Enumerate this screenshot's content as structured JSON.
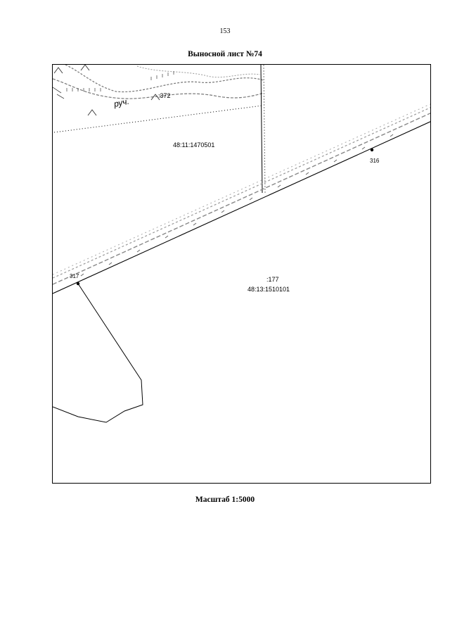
{
  "page": {
    "number": "153"
  },
  "sheet": {
    "title": "Выносной лист №74"
  },
  "map": {
    "scale_caption": "Масштаб 1:5000",
    "labels": {
      "stream": "руч.",
      "parcel_upper_number": ":372",
      "quarter_upper": "48:11:1470501",
      "parcel_lower_number": ":177",
      "quarter_lower": "48:13:1510101",
      "point_316": "316",
      "point_317": "317"
    }
  }
}
